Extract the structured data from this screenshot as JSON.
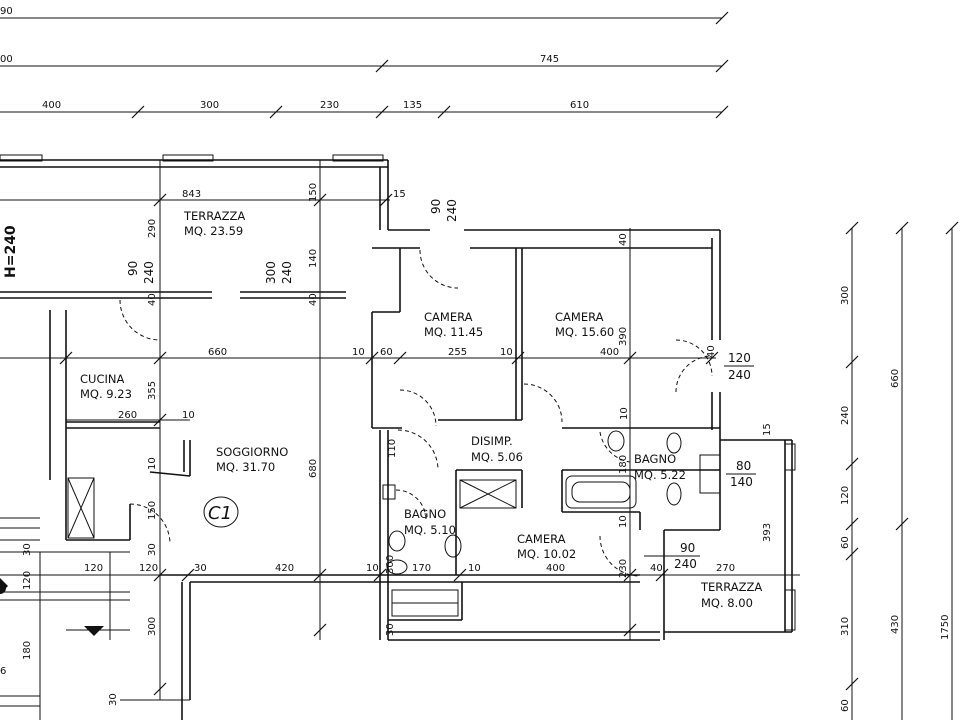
{
  "plan": {
    "unit_label": "C1",
    "height_label": "H=240",
    "rooms": [
      {
        "name": "TERRAZZA",
        "area": "MQ. 23.59"
      },
      {
        "name": "CAMERA",
        "area": "MQ. 11.45"
      },
      {
        "name": "CAMERA",
        "area": "MQ. 15.60"
      },
      {
        "name": "CUCINA",
        "area": "MQ. 9.23"
      },
      {
        "name": "SOGGIORNO",
        "area": "MQ. 31.70"
      },
      {
        "name": "DISIMP.",
        "area": "MQ. 5.06"
      },
      {
        "name": "BAGNO",
        "area": "MQ. 5.22"
      },
      {
        "name": "BAGNO",
        "area": "MQ. 5.10"
      },
      {
        "name": "CAMERA",
        "area": "MQ. 10.02"
      },
      {
        "name": "TERRAZZA",
        "area": "MQ. 8.00"
      }
    ],
    "top_dims": {
      "row1": "90",
      "row2": [
        "00",
        "745"
      ],
      "row3": [
        "400",
        "300",
        "230",
        "135",
        "610"
      ]
    },
    "right_dims": {
      "col1": [
        "300",
        "240",
        "120",
        "60",
        "310",
        "60"
      ],
      "col2": [
        "660",
        "430"
      ],
      "col3": [
        "1750"
      ]
    },
    "inner_dims": {
      "d843": "843",
      "d15a": "15",
      "d90a": "90",
      "d240a": "240",
      "d290": "290",
      "d150a": "150",
      "d140a": "140",
      "d40a": "40",
      "d300a": "300",
      "d240b": "240",
      "d90b": "90",
      "d240c": "240",
      "d40b": "40",
      "d660": "660",
      "d10a": "10",
      "d60": "60",
      "d255": "255",
      "d10b": "10",
      "d400a": "400",
      "d390": "390",
      "d40c": "40",
      "d120": "120",
      "d240d": "240",
      "d355": "355",
      "d260": "260",
      "d10c": "10",
      "d110": "110",
      "d10d": "10",
      "d15b": "15",
      "d680": "680",
      "d10e": "10",
      "d180": "180",
      "d80": "80",
      "d140b": "140",
      "d150b": "150",
      "d10f": "10",
      "d393": "393",
      "d30a": "30",
      "d30b": "30",
      "d120b": "120",
      "d120c": "120",
      "d30c": "30",
      "d420": "420",
      "d10g": "10",
      "d300b": "300",
      "d170": "170",
      "d10h": "10",
      "d400b": "400",
      "d230": "230",
      "d40d": "40",
      "d270": "270",
      "d90c": "90",
      "d240e": "240",
      "d300c": "300",
      "d180b": "180",
      "d30d": "30",
      "d30e": "30",
      "d6": "6"
    }
  }
}
